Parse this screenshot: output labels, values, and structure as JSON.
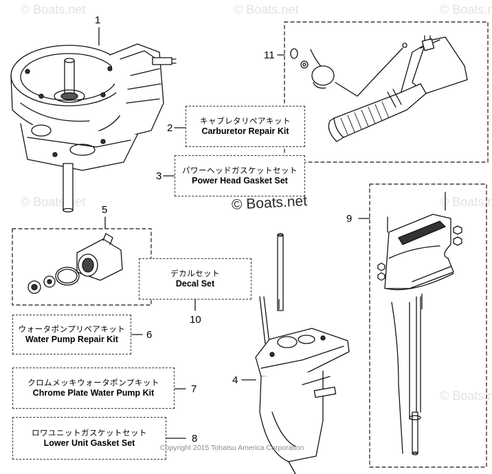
{
  "callouts": {
    "c1": "1",
    "c2": "2",
    "c3": "3",
    "c4": "4",
    "c5": "5",
    "c6": "6",
    "c7": "7",
    "c8": "8",
    "c9": "9",
    "c10": "10",
    "c11": "11"
  },
  "kits": {
    "carburetor": {
      "jp": "キャブレタリペアキット",
      "en": "Carburetor Repair Kit"
    },
    "powerhead": {
      "jp": "パワーヘッドガスケットセット",
      "en": "Power Head Gasket Set"
    },
    "decal": {
      "jp": "デカルセット",
      "en": "Decal Set"
    },
    "waterpump": {
      "jp": "ウォータポンプリペアキット",
      "en": "Water Pump Repair Kit"
    },
    "chrome": {
      "jp": "クロムメッキウォータポンプキット",
      "en": "Chrome Plate Water Pump Kit"
    },
    "lowerunit": {
      "jp": "ロワユニットガスケットセット",
      "en": "Lower Unit Gasket Set"
    }
  },
  "watermark": {
    "small": "© Boats.net",
    "main": "© Boats.net",
    "copyright": "Copyright 2015 Tohatsu America Corporation"
  }
}
